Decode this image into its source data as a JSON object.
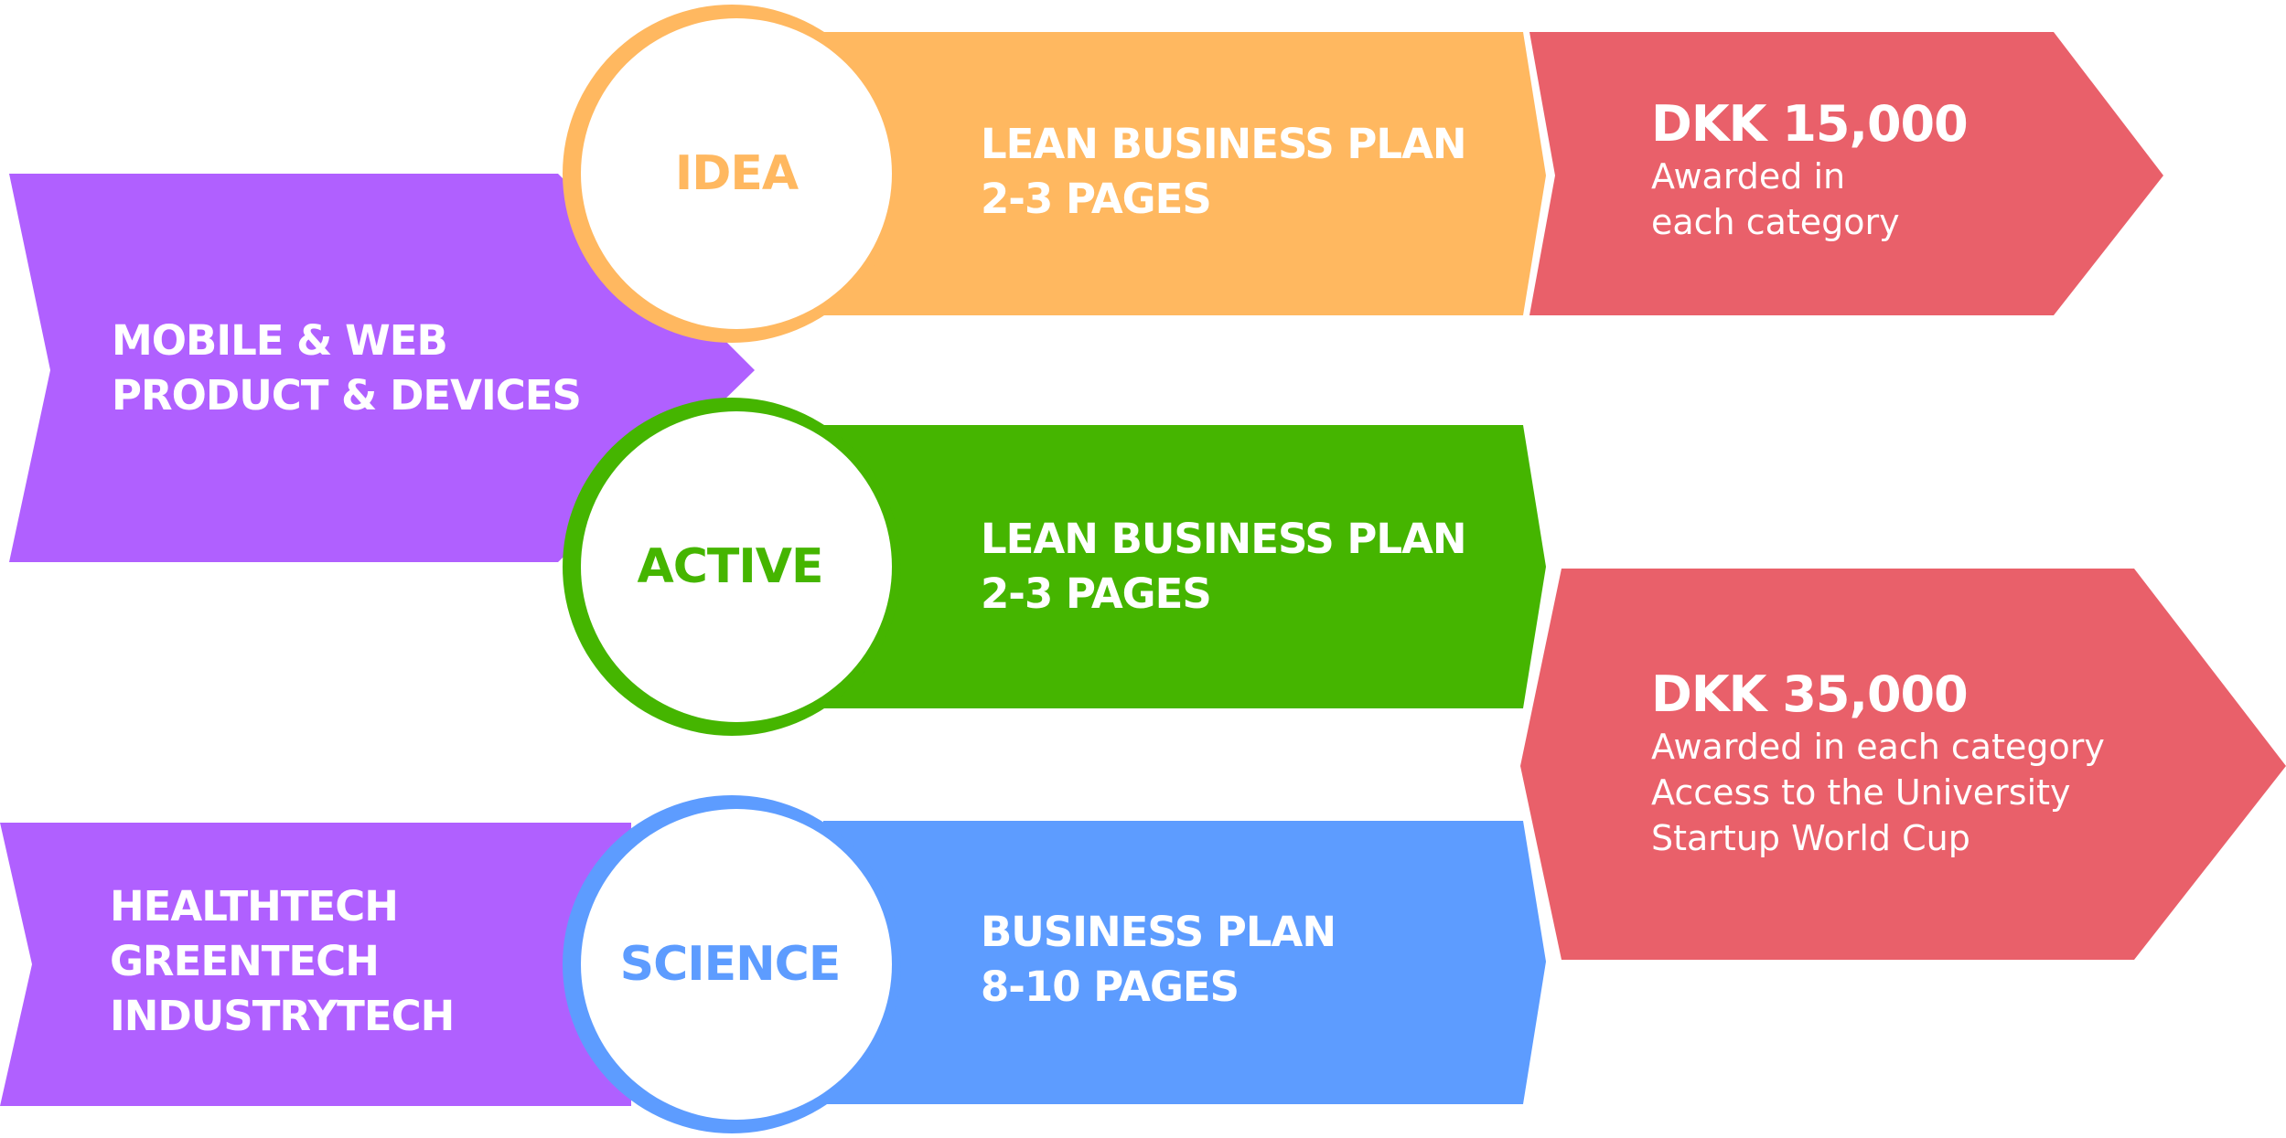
{
  "colors": {
    "purple": "#B060FF",
    "orange": "#FFB860",
    "green": "#45B500",
    "blue": "#5D9CFF",
    "red": "#E9606A",
    "white": "#FFFFFF"
  },
  "categories": [
    {
      "lines": [
        "MOBILE & WEB",
        "PRODUCT & DEVICES"
      ]
    },
    {
      "lines": [
        "HEALTHTECH",
        "GREENTECH",
        "INDUSTRYTECH"
      ]
    }
  ],
  "tracks": [
    {
      "name": "IDEA",
      "color": "orange",
      "plan": [
        "LEAN BUSINESS PLAN",
        "2-3 PAGES"
      ]
    },
    {
      "name": "ACTIVE",
      "color": "green",
      "plan": [
        "LEAN BUSINESS PLAN",
        "2-3 PAGES"
      ]
    },
    {
      "name": "SCIENCE",
      "color": "blue",
      "plan": [
        "BUSINESS PLAN",
        "8-10 PAGES"
      ]
    }
  ],
  "prizes": [
    {
      "amount": "DKK 15,000",
      "lines": [
        "Awarded in",
        "each category"
      ]
    },
    {
      "amount": "DKK 35,000",
      "lines": [
        "Awarded in each category",
        "Access to the University",
        "Startup World Cup"
      ]
    }
  ]
}
